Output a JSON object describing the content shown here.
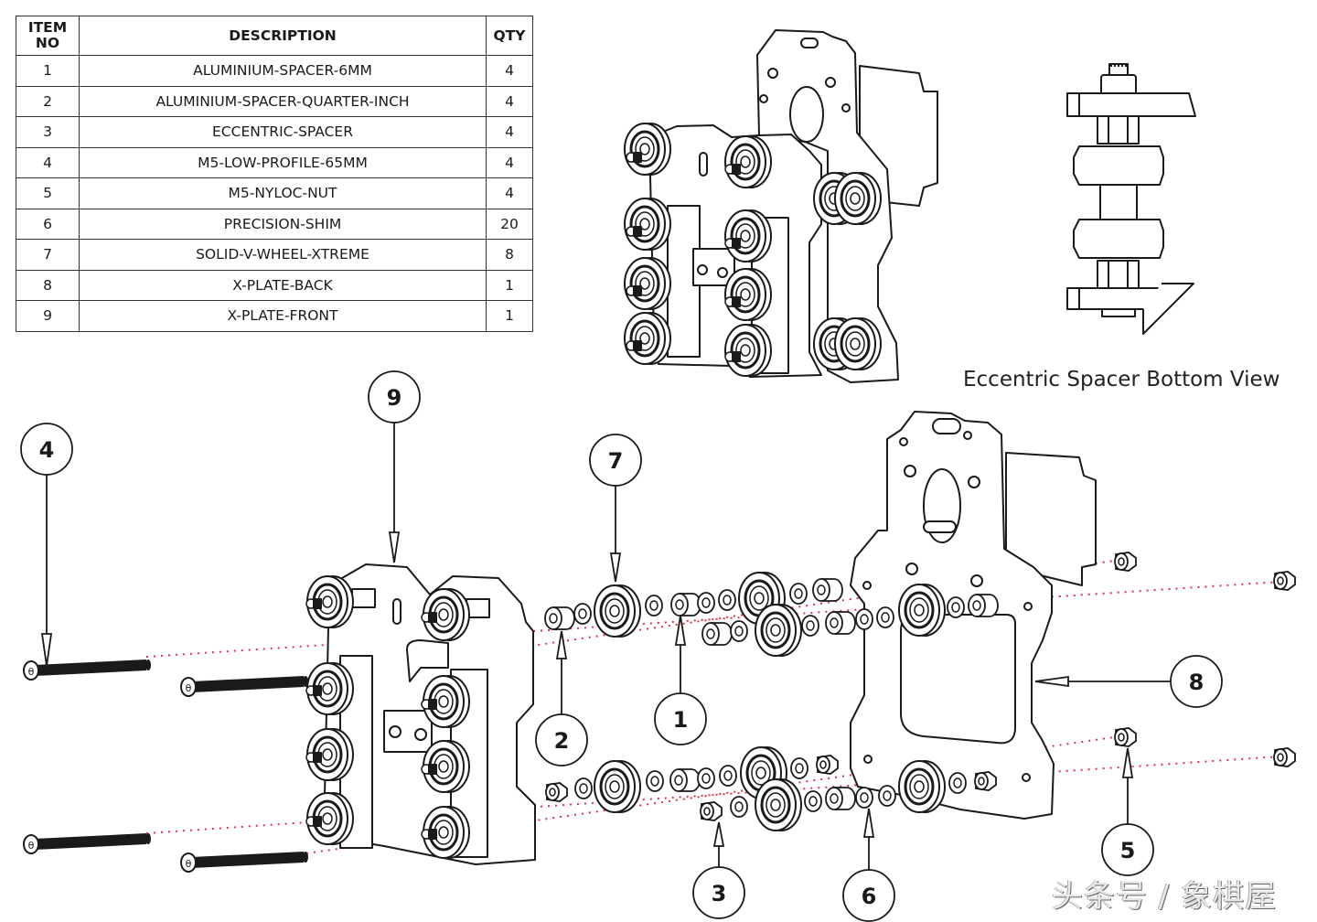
{
  "bom": {
    "headers": {
      "item_no_line1": "ITEM",
      "item_no_line2": "NO",
      "description": "DESCRIPTION",
      "qty": "QTY"
    },
    "rows": [
      {
        "item": "1",
        "description": "ALUMINIUM-SPACER-6MM",
        "qty": "4"
      },
      {
        "item": "2",
        "description": "ALUMINIUM-SPACER-QUARTER-INCH",
        "qty": "4"
      },
      {
        "item": "3",
        "description": "ECCENTRIC-SPACER",
        "qty": "4"
      },
      {
        "item": "4",
        "description": "M5-LOW-PROFILE-65MM",
        "qty": "4"
      },
      {
        "item": "5",
        "description": "M5-NYLOC-NUT",
        "qty": "4"
      },
      {
        "item": "6",
        "description": "PRECISION-SHIM",
        "qty": "20"
      },
      {
        "item": "7",
        "description": "SOLID-V-WHEEL-XTREME",
        "qty": "8"
      },
      {
        "item": "8",
        "description": "X-PLATE-BACK",
        "qty": "1"
      },
      {
        "item": "9",
        "description": "X-PLATE-FRONT",
        "qty": "1"
      }
    ]
  },
  "detail_view": {
    "caption": "Eccentric Spacer Bottom View"
  },
  "callouts": {
    "c1": "1",
    "c2": "2",
    "c3": "3",
    "c4": "4",
    "c5": "5",
    "c6": "6",
    "c7": "7",
    "c8": "8",
    "c9": "9"
  },
  "watermark": {
    "text": "头条号 / 象棋屋"
  },
  "colors": {
    "line": "#1a1a1a",
    "axis_dots": "#e0304a"
  }
}
